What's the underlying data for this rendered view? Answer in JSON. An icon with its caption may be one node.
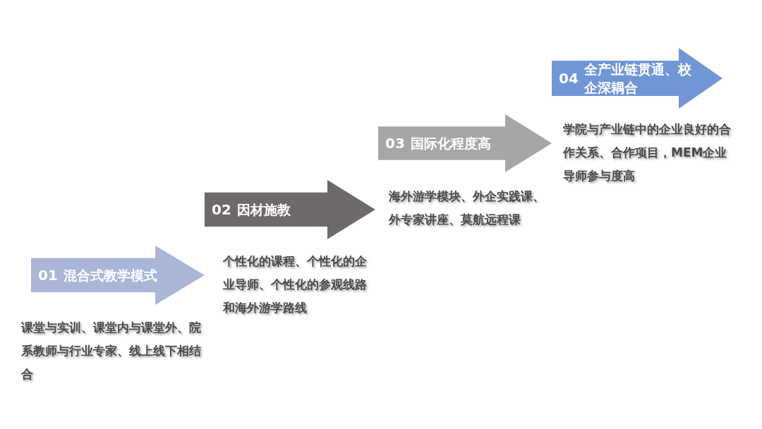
{
  "diagram": {
    "nodes": [
      {
        "text": [
          "01",
          "混合式教学模式"
        ],
        "beside": [
          "课堂与实训、课堂内与课堂外、院系教师与行业专家、线上线下相结合"
        ]
      },
      {
        "text": [
          "02",
          "因材施教"
        ],
        "beside": [
          "个性化的课程、个性化的企业导师、个性化的参观线路和海外游学路线"
        ]
      },
      {
        "text": [
          "03",
          "国际化程度高"
        ],
        "beside": [
          "海外游学模块、外企实践课、外专家讲座、莫航远程课"
        ]
      },
      {
        "text": [
          "04",
          "全产业链贯通、校企深耦合"
        ],
        "beside": [
          "学院与产业链中的企业良好的合作关系、合作项目，MEM企业导师参与度高"
        ]
      }
    ]
  }
}
